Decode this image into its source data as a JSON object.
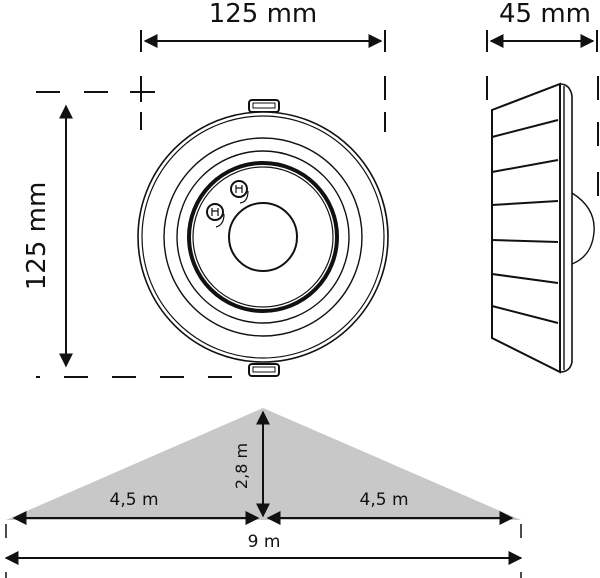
{
  "front_view": {
    "width_label": "125 mm",
    "height_label": "125 mm"
  },
  "side_view": {
    "depth_label": "45 mm"
  },
  "coverage": {
    "height_label": "2,8 m",
    "left_radius_label": "4,5 m",
    "right_radius_label": "4,5 m",
    "total_width_label": "9 m",
    "fill_color": "#c8c8c8"
  },
  "colors": {
    "line": "#111111"
  }
}
